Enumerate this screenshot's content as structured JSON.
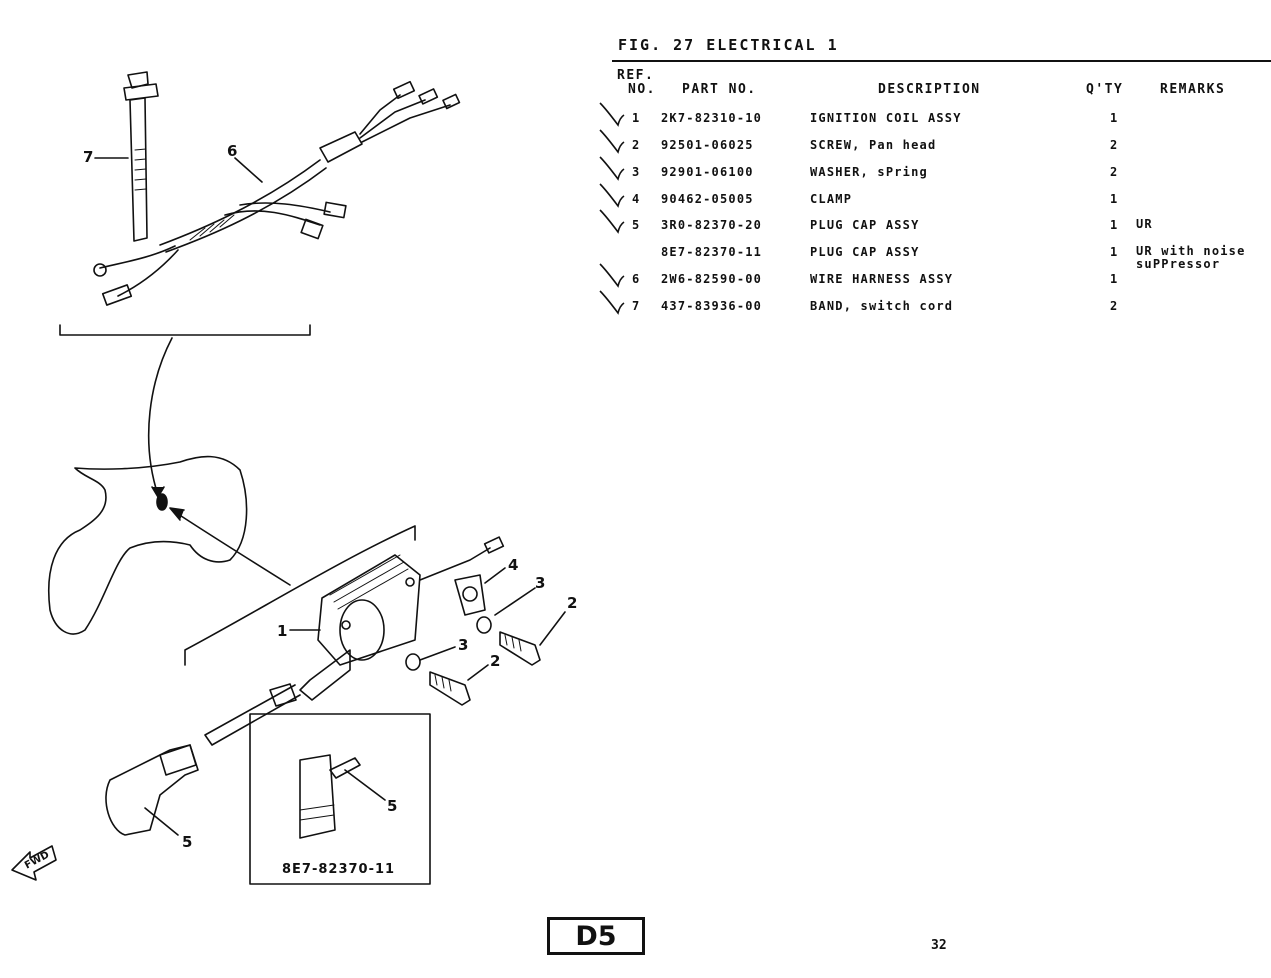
{
  "figure": {
    "title": "FIG. 27  ELECTRICAL 1"
  },
  "table": {
    "headers": {
      "ref_line1": "REF.",
      "ref_line2": "NO.",
      "part_no": "PART NO.",
      "description": "DESCRIPTION",
      "qty": "Q'TY",
      "remarks": "REMARKS"
    },
    "rows": [
      {
        "ref": "1",
        "part_no": "2K7-82310-10",
        "description": "IGNITION COIL ASSY",
        "qty": "1",
        "remarks": "",
        "checked": true
      },
      {
        "ref": "2",
        "part_no": "92501-06025",
        "description": "SCREW, Pan head",
        "qty": "2",
        "remarks": "",
        "checked": true
      },
      {
        "ref": "3",
        "part_no": "92901-06100",
        "description": "WASHER, sPring",
        "qty": "2",
        "remarks": "",
        "checked": true
      },
      {
        "ref": "4",
        "part_no": "90462-05005",
        "description": "CLAMP",
        "qty": "1",
        "remarks": "",
        "checked": true
      },
      {
        "ref": "5",
        "part_no": "3R0-82370-20",
        "description": "PLUG CAP ASSY",
        "qty": "1",
        "remarks": "UR",
        "checked": true
      },
      {
        "ref": "",
        "part_no": "8E7-82370-11",
        "description": "PLUG CAP ASSY",
        "qty": "1",
        "remarks": "UR with noise suPPressor",
        "checked": false
      },
      {
        "ref": "6",
        "part_no": "2W6-82590-00",
        "description": "WIRE HARNESS ASSY",
        "qty": "1",
        "remarks": "",
        "checked": true
      },
      {
        "ref": "7",
        "part_no": "437-83936-00",
        "description": "BAND, switch cord",
        "qty": "2",
        "remarks": "",
        "checked": true
      }
    ]
  },
  "diagram": {
    "callouts": {
      "c7": "7",
      "c6": "6",
      "c1": "1",
      "c4": "4",
      "c3a": "3",
      "c2a": "2",
      "c3b": "3",
      "c2b": "2",
      "c5a": "5",
      "c5b": "5"
    },
    "inset_caption": "8E7-82370-11",
    "fwd_label": "FWD"
  },
  "footer": {
    "section": "D5",
    "page_number": "32"
  }
}
